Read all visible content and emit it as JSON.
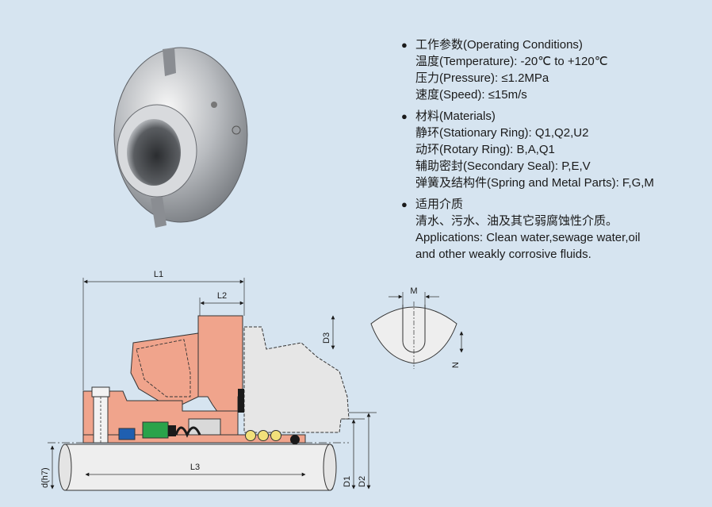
{
  "specs": {
    "operating": {
      "heading": "工作参数(Operating Conditions)",
      "lines": [
        "温度(Temperature): -20℃ to +120℃",
        "压力(Pressure): ≤1.2MPa",
        "速度(Speed): ≤15m/s"
      ]
    },
    "materials": {
      "heading": "材料(Materials)",
      "lines": [
        "静环(Stationary Ring): Q1,Q2,U2",
        "动环(Rotary Ring): B,A,Q1",
        "辅助密封(Secondary Seal): P,E,V",
        "弹簧及结构件(Spring and Metal Parts): F,G,M"
      ]
    },
    "media": {
      "heading": "适用介质",
      "lines": [
        "清水、污水、油及其它弱腐蚀性介质。",
        "Applications: Clean water,sewage water,oil",
        "and other weakly corrosive fluids."
      ]
    }
  },
  "dimensions": {
    "l1": "L1",
    "l2": "L2",
    "l3": "L3",
    "d3": "D3",
    "d1": "D1",
    "d2": "D2",
    "d": "d(h7)",
    "m": "M",
    "n": "N"
  },
  "colors": {
    "background": "#d6e4f0",
    "salmon": "#f0a48c",
    "gland": "#e6e6e6",
    "shaft": "#eeeeee",
    "green": "#2aa34a",
    "blue": "#1f5fb0",
    "yellow": "#f2e07a"
  }
}
